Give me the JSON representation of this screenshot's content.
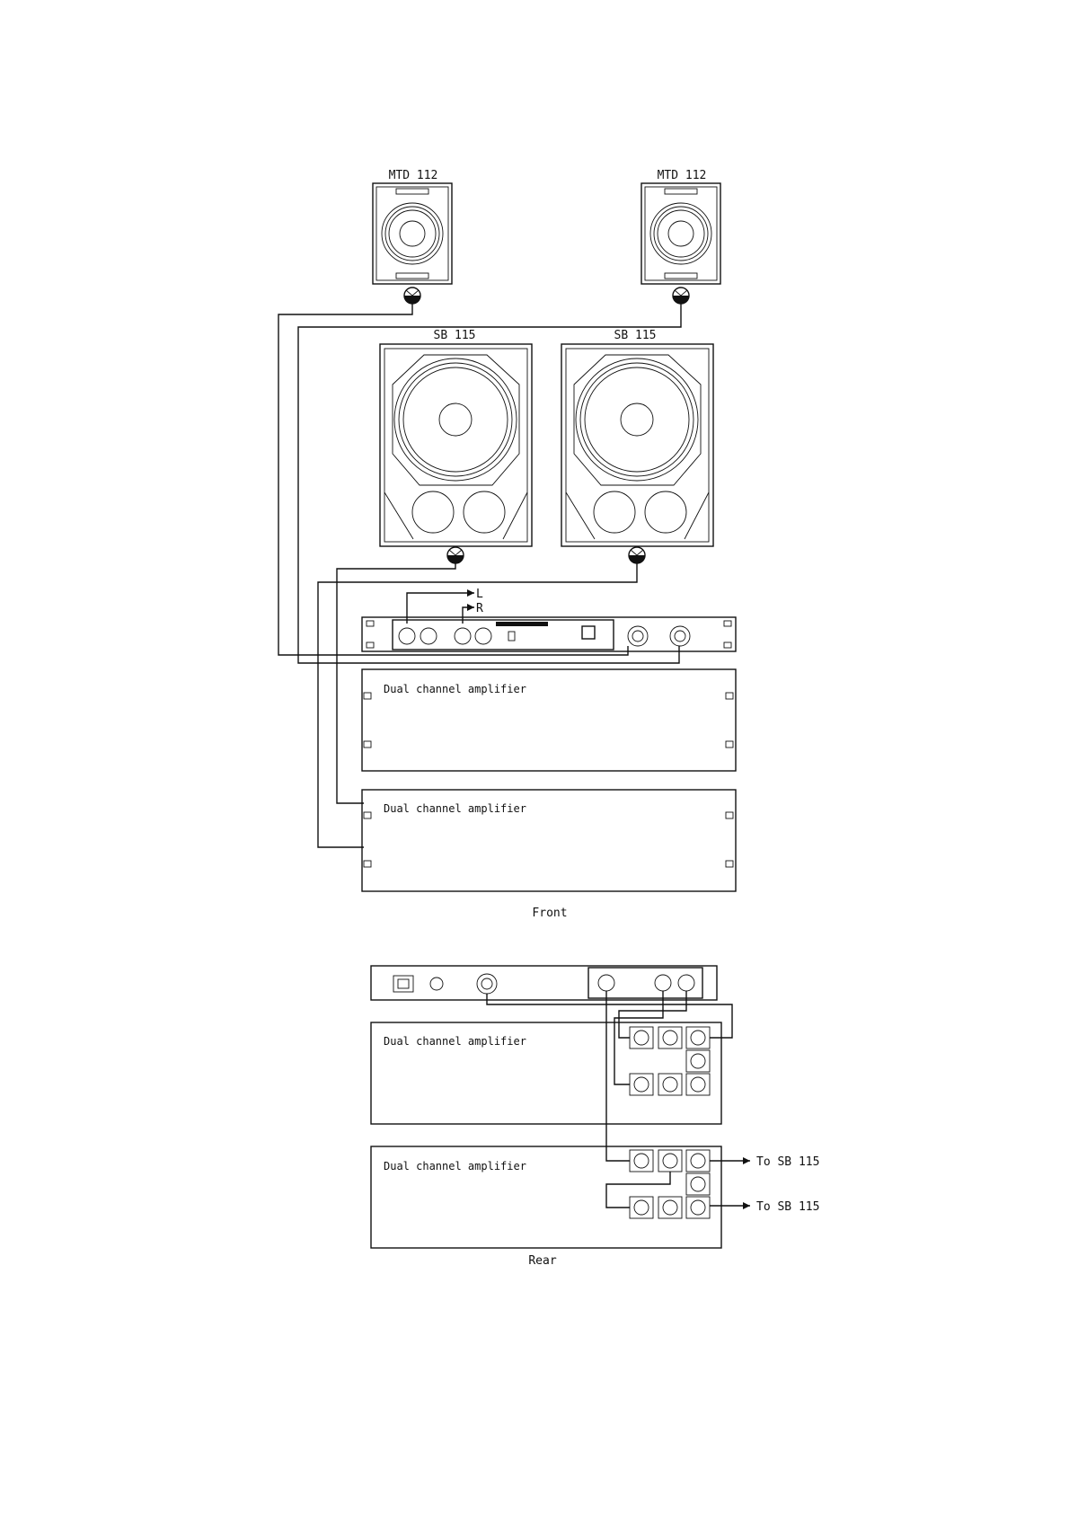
{
  "speakers": {
    "mtd_left_label": "MTD 112",
    "mtd_right_label": "MTD 112",
    "sb_left_label": "SB 115",
    "sb_right_label": "SB 115"
  },
  "inputs": {
    "left": "L",
    "right": "R"
  },
  "amplifiers": {
    "front_top": "Dual channel amplifier",
    "front_bottom": "Dual channel amplifier",
    "rear_top": "Dual channel amplifier",
    "rear_bottom": "Dual channel amplifier"
  },
  "views": {
    "front": "Front",
    "rear": "Rear"
  },
  "outputs": {
    "to_sb_1": "To SB 115",
    "to_sb_2": "To SB 115"
  }
}
